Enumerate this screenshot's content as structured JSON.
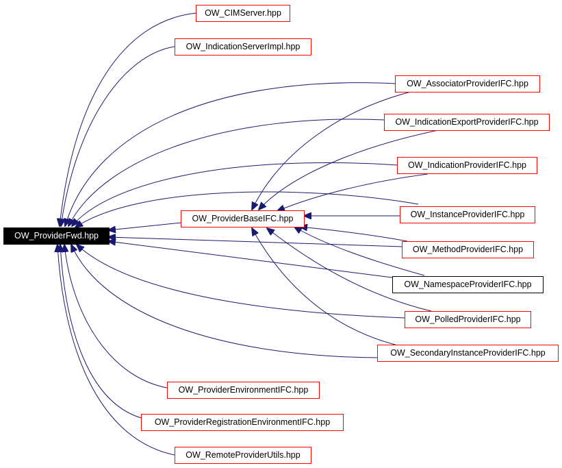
{
  "root": {
    "label": "OW_ProviderFwd.hpp"
  },
  "nodes": {
    "cim_server": "OW_CIMServer.hpp",
    "indication_server_impl": "OW_IndicationServerImpl.hpp",
    "associator_provider_ifc": "OW_AssociatorProviderIFC.hpp",
    "indication_export_provider_ifc": "OW_IndicationExportProviderIFC.hpp",
    "indication_provider_ifc": "OW_IndicationProviderIFC.hpp",
    "provider_base_ifc": "OW_ProviderBaseIFC.hpp",
    "instance_provider_ifc": "OW_InstanceProviderIFC.hpp",
    "method_provider_ifc": "OW_MethodProviderIFC.hpp",
    "namespace_provider_ifc": "OW_NamespaceProviderIFC.hpp",
    "polled_provider_ifc": "OW_PolledProviderIFC.hpp",
    "secondary_instance_provider_ifc": "OW_SecondaryInstanceProviderIFC.hpp",
    "provider_environment_ifc": "OW_ProviderEnvironmentIFC.hpp",
    "provider_registration_environment_ifc": "OW_ProviderRegistrationEnvironmentIFC.hpp",
    "remote_provider_utils": "OW_RemoteProviderUtils.hpp"
  },
  "colors": {
    "edge": "#191970",
    "node_border": "#ff0000",
    "root_fill": "#000000"
  }
}
